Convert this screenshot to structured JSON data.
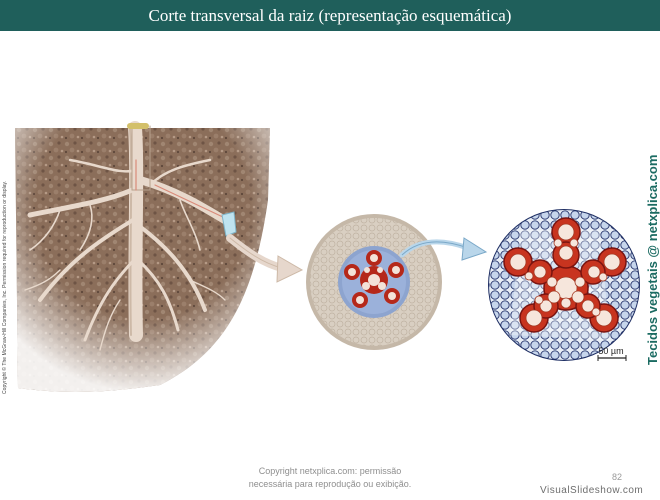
{
  "slide": {
    "title": "Corte transversal da raiz (representação esquemática)",
    "copyright_side": "Copyright © The McGraw-Hill Companies, Inc. Permission required for reproduction or display.",
    "credit": "Tecidos vegetais @ netxplica.com",
    "scale_label": "50 µm",
    "footer_line1": "Copyright netxplica.com: permissão",
    "footer_line2": "necessária para reprodução ou exibição.",
    "page_number": "82",
    "watermark": "VisualSlideshow.com"
  },
  "colors": {
    "title_bar": "#1f5f5b",
    "soil": "#8b6e5a",
    "root": "#e6d6c8",
    "cortex": "#d8cec0",
    "stele_blue": "#6e86b8",
    "xylem_red": "#b5281a",
    "credit_text": "#1b6b62"
  },
  "icons": [
    "arrow-right-icon",
    "arrow-curved-icon"
  ]
}
